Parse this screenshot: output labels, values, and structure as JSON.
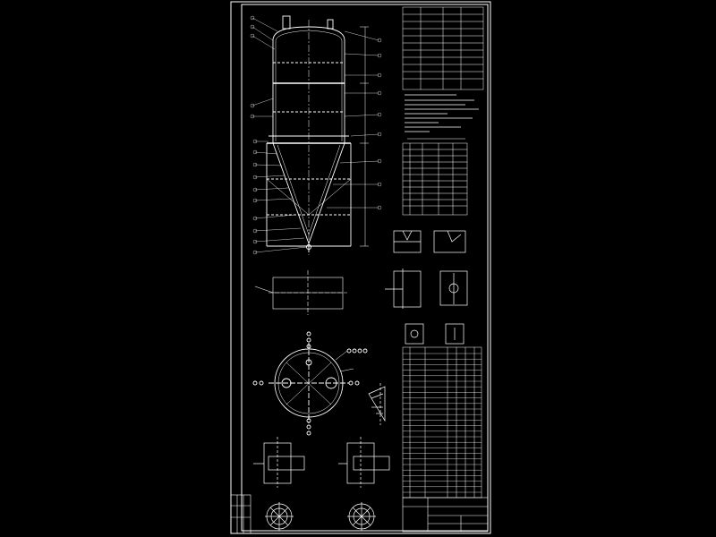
{
  "drawing": {
    "background": "#000000",
    "line_color": "#ffffff",
    "accent_color": "#ffffff"
  },
  "views": [
    {
      "name": "vessel-elevation-view"
    },
    {
      "name": "support-plan-view"
    },
    {
      "name": "top-plan-view"
    },
    {
      "name": "nozzle-detail-views"
    },
    {
      "name": "flange-detail-views"
    },
    {
      "name": "lug-detail-view"
    }
  ],
  "tables": [
    {
      "name": "design-data-table"
    },
    {
      "name": "technical-requirements-notes"
    },
    {
      "name": "nozzle-schedule-table"
    },
    {
      "name": "parts-list-table"
    },
    {
      "name": "title-block"
    }
  ]
}
